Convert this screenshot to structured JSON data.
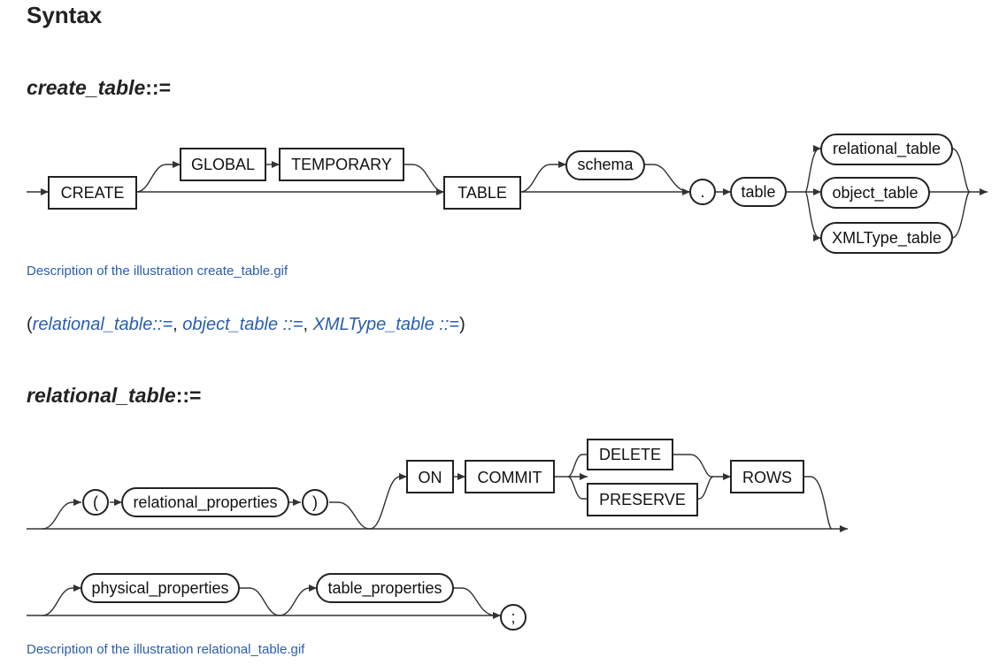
{
  "page": {
    "title": "Syntax"
  },
  "create_table": {
    "heading_name": "create_table",
    "heading_op": "::=",
    "diagram": {
      "create": "CREATE",
      "global": "GLOBAL",
      "temporary": "TEMPORARY",
      "table_kw": "TABLE",
      "schema": "schema",
      "dot": ".",
      "table": "table",
      "relational_table": "relational_table",
      "object_table": "object_table",
      "xmltype_table": "XMLType_table"
    },
    "description_link": "Description of the illustration create_table.gif"
  },
  "refs": {
    "open": "(",
    "relational_table": "relational_table::=",
    "sep1": ", ",
    "object_table": "object_table ::=",
    "sep2": ", ",
    "xmltype_table": "XMLType_table ::=",
    "close": ")"
  },
  "relational_table": {
    "heading_name": "relational_table",
    "heading_op": "::=",
    "diagram": {
      "lparen": "(",
      "relational_properties": "relational_properties",
      "rparen": ")",
      "on": "ON",
      "commit": "COMMIT",
      "delete": "DELETE",
      "preserve": "PRESERVE",
      "rows": "ROWS",
      "physical_properties": "physical_properties",
      "table_properties": "table_properties",
      "semicolon": ";"
    },
    "description_link": "Description of the illustration relational_table.gif"
  }
}
